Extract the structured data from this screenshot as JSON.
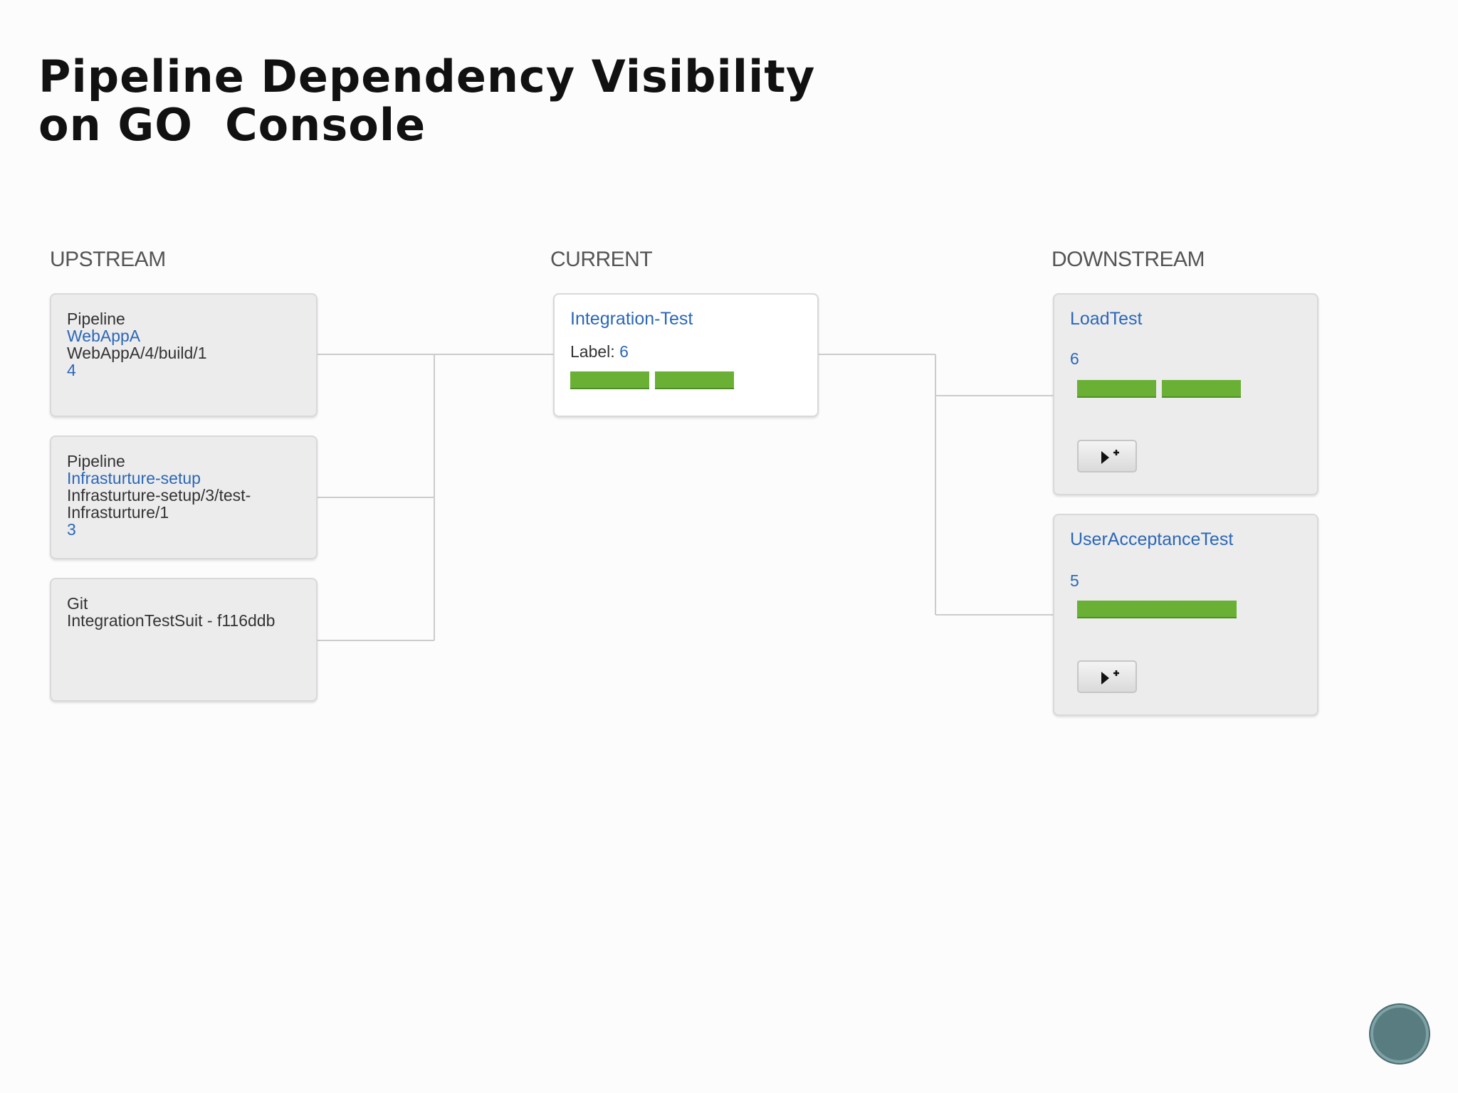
{
  "title": {
    "line1": "Pipeline Dependency Visibility",
    "line2": "on GO  Console"
  },
  "columns": {
    "upstream": "UPSTREAM",
    "current": "CURRENT",
    "downstream": "DOWNSTREAM"
  },
  "upstream": [
    {
      "type": "Pipeline",
      "name": "WebAppA",
      "path": "WebAppA/4/build/1",
      "counter": "4"
    },
    {
      "type": "Pipeline",
      "name": "Infrasturture-setup",
      "path_line1": "Infrasturture-setup/3/test-",
      "path_line2": "Infrasturture/1",
      "counter": "3"
    },
    {
      "type": "Git",
      "revision": "IntegrationTestSuit - f116ddb"
    }
  ],
  "current": {
    "name": "Integration-Test",
    "label_prefix": "Label: ",
    "label_value": "6",
    "stages": 2
  },
  "downstream": [
    {
      "name": "LoadTest",
      "counter": "6",
      "stages": 2
    },
    {
      "name": "UserAcceptanceTest",
      "counter": "5",
      "stages": 1
    }
  ],
  "colors": {
    "link": "#2b67b8",
    "stage_passed": "#6ab034",
    "box_bg": "#ececec",
    "connector": "#cccccc"
  },
  "icons": {
    "trigger": "play-with-options-icon",
    "nav": "nav-circle-icon"
  }
}
